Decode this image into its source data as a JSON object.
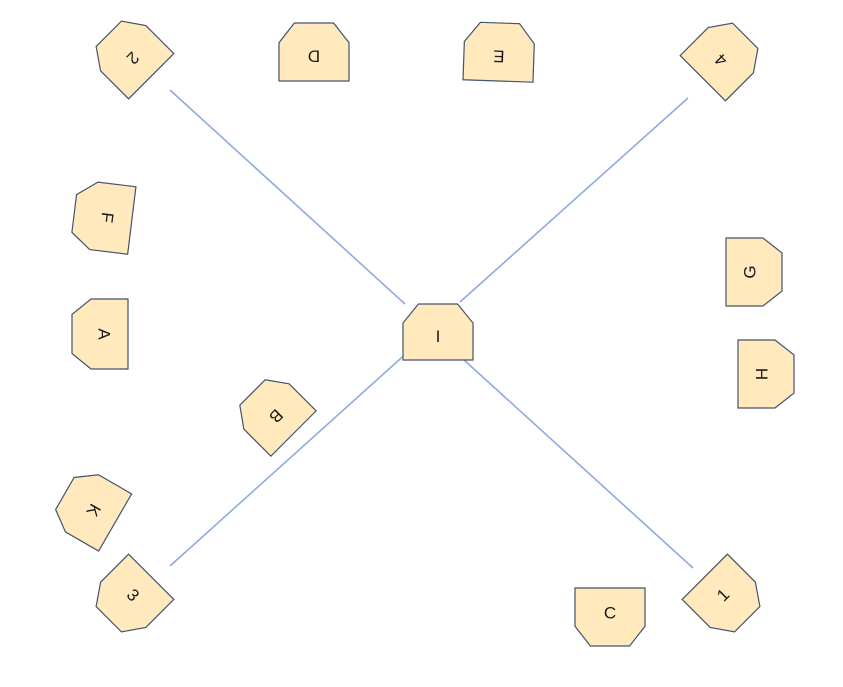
{
  "colors": {
    "node_fill": "#ffe9bd",
    "node_stroke": "#44546a",
    "connector": "#8faadc",
    "text": "#1a1a1a",
    "background": "#ffffff"
  },
  "nodes": [
    {
      "id": "n-2",
      "label": "2"
    },
    {
      "id": "n-D",
      "label": "D"
    },
    {
      "id": "n-E",
      "label": "E"
    },
    {
      "id": "n-4",
      "label": "4"
    },
    {
      "id": "n-F",
      "label": "F"
    },
    {
      "id": "n-G",
      "label": "G"
    },
    {
      "id": "n-A",
      "label": "A"
    },
    {
      "id": "n-I",
      "label": "I"
    },
    {
      "id": "n-H",
      "label": "H"
    },
    {
      "id": "n-B",
      "label": "B"
    },
    {
      "id": "n-K",
      "label": "K"
    },
    {
      "id": "n-3",
      "label": "3"
    },
    {
      "id": "n-C",
      "label": "C"
    },
    {
      "id": "n-1",
      "label": "1"
    }
  ],
  "connections": [
    {
      "from": "n-I",
      "to": "n-2"
    },
    {
      "from": "n-I",
      "to": "n-4"
    },
    {
      "from": "n-I",
      "to": "n-3"
    },
    {
      "from": "n-I",
      "to": "n-1"
    }
  ]
}
